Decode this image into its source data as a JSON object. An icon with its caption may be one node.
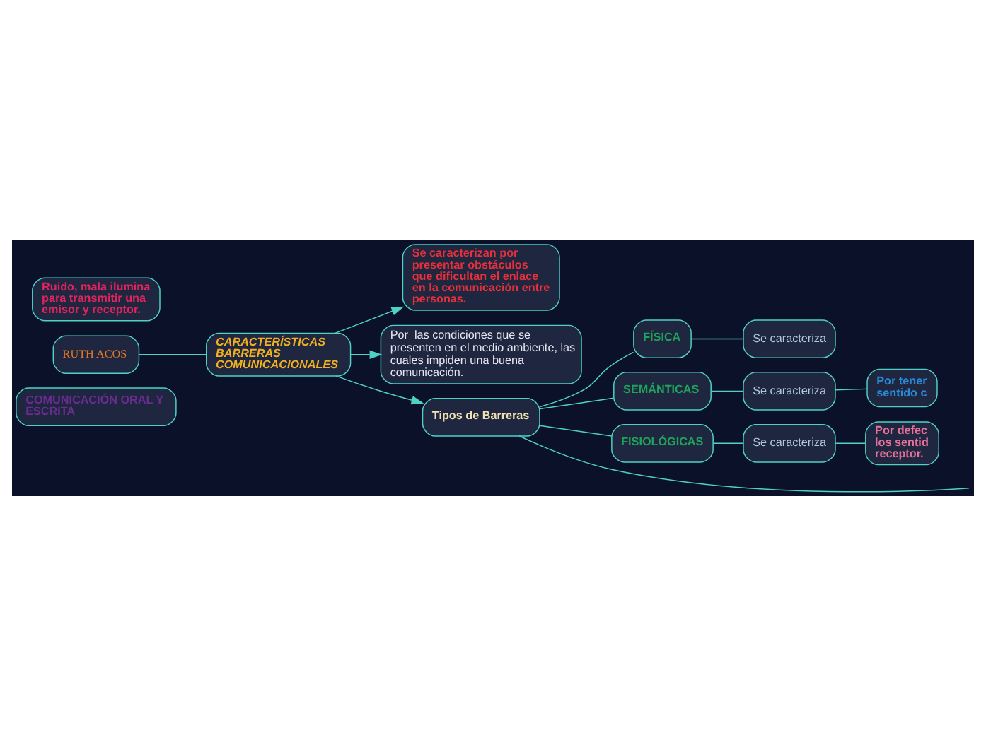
{
  "diagram": {
    "nodes": [
      {
        "text": [
          "COMUNICACIÓN ORAL Y ESCRITA"
        ]
      },
      {
        "text": [
          "RUTH ACOS"
        ]
      },
      {
        "text": [
          "CARACTERÍSTICAS BARRERAS COMUNICACIONALES"
        ]
      },
      {
        "text": [
          "Se caracterizan por presentar obstáculos  que dificultan el enlace en la comunicación entre personas."
        ]
      },
      {
        "text": [
          "Ruido, mala ilumina para transmitir una emisor y receptor."
        ]
      },
      {
        "text": [
          "Por  las condiciones que se presenten en el medio ambiente, las cuales impiden una buena comunicación."
        ]
      },
      {
        "text": [
          "Tipos de Barreras"
        ]
      },
      {
        "text": [
          "FÍSICA"
        ]
      },
      {
        "text": [
          "Se caracteriza"
        ]
      },
      {
        "text": [
          "SEMÁNTICAS"
        ]
      },
      {
        "text": [
          "Se caracteriza"
        ]
      },
      {
        "text": [
          "Por tener sentido c"
        ]
      },
      {
        "text": [
          "FISIOLÓGICAS"
        ]
      },
      {
        "text": [
          "Se caracteriza"
        ]
      },
      {
        "text": [
          "Por defec los sentid receptor."
        ]
      }
    ],
    "edges": [
      {
        "from": 1,
        "to": 2,
        "arrow": "none"
      },
      {
        "from": 2,
        "to": 3,
        "arrow": "to"
      },
      {
        "from": 2,
        "to": 5,
        "arrow": "to"
      },
      {
        "from": 2,
        "to": 6,
        "arrow": "to"
      },
      {
        "from": 6,
        "to": 7,
        "arrow": "none"
      },
      {
        "from": 7,
        "to": 8,
        "arrow": "none"
      },
      {
        "from": 6,
        "to": 9,
        "arrow": "none"
      },
      {
        "from": 9,
        "to": 10,
        "arrow": "none"
      },
      {
        "from": 10,
        "to": 11,
        "arrow": "none"
      },
      {
        "from": 6,
        "to": 12,
        "arrow": "none"
      },
      {
        "from": 12,
        "to": 13,
        "arrow": "none"
      },
      {
        "from": 13,
        "to": 14,
        "arrow": "none"
      },
      {
        "from": 6,
        "to": null,
        "arrow": "none"
      }
    ]
  }
}
